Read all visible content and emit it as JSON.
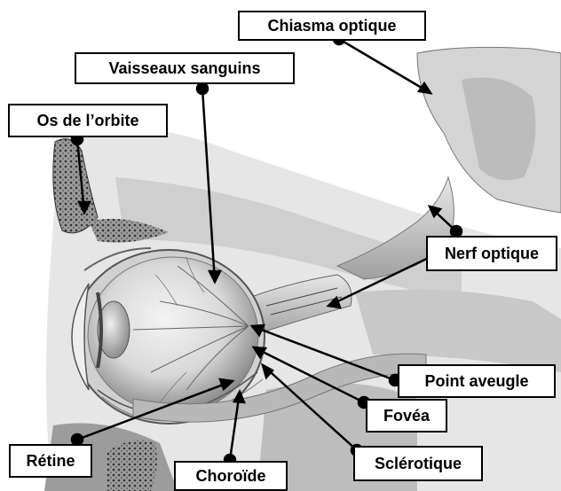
{
  "labels": {
    "chiasma": "Chiasma optique",
    "vaisseaux": "Vaisseaux sanguins",
    "orbite": "Os de l’orbite",
    "nerf": "Nerf optique",
    "point_aveugle": "Point aveugle",
    "fovea": "Fovéa",
    "retine": "Rétine",
    "choroide": "Choroïde",
    "sclerotique": "Sclérotique"
  }
}
